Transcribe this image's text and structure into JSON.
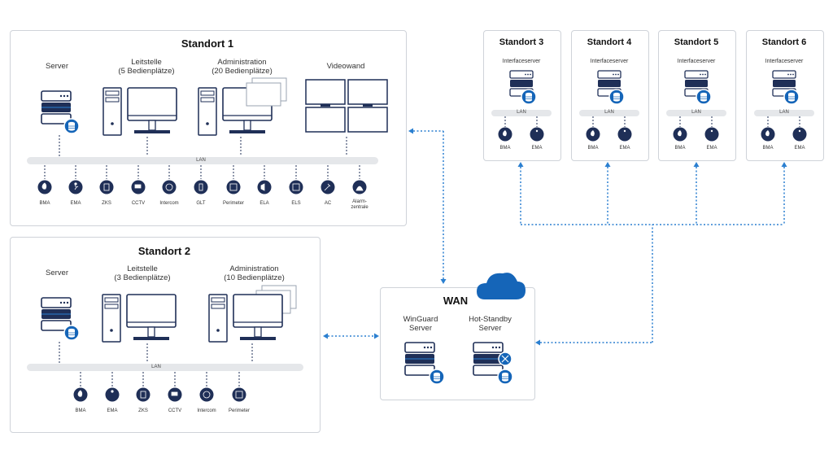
{
  "site1": {
    "title": "Standort 1",
    "server_label": "Server",
    "leitstelle_label": "Leitstelle\n(5 Bedienplätze)",
    "admin_label": "Administration\n(20 Bedienplätze)",
    "videowand_label": "Videowand",
    "lan_label": "LAN",
    "devices": [
      "BMA",
      "EMA",
      "ZKS",
      "CCTV",
      "Intercom",
      "GLT",
      "Perimeter",
      "ELA",
      "ELS",
      "AC",
      "Alarm-\nzentrale"
    ]
  },
  "site2": {
    "title": "Standort 2",
    "server_label": "Server",
    "leitstelle_label": "Leitstelle\n(3 Bedienplätze)",
    "admin_label": "Administration\n(10 Bedienplätze)",
    "lan_label": "LAN",
    "devices": [
      "BMA",
      "EMA",
      "ZKS",
      "CCTV",
      "Intercom",
      "Perimeter"
    ]
  },
  "remote_sites": [
    {
      "title": "Standort 3",
      "server_label": "Interfaceserver",
      "lan_label": "LAN",
      "devices": [
        "BMA",
        "EMA"
      ]
    },
    {
      "title": "Standort 4",
      "server_label": "Interfaceserver",
      "lan_label": "LAN",
      "devices": [
        "BMA",
        "EMA"
      ]
    },
    {
      "title": "Standort 5",
      "server_label": "Interfaceserver",
      "lan_label": "LAN",
      "devices": [
        "BMA",
        "EMA"
      ]
    },
    {
      "title": "Standort 6",
      "server_label": "Interfaceserver",
      "lan_label": "LAN",
      "devices": [
        "BMA",
        "EMA"
      ]
    }
  ],
  "wan": {
    "title": "WAN",
    "winguard_label": "WinGuard\nServer",
    "standby_label": "Hot-Standby\nServer"
  },
  "colors": {
    "navy": "#1f2f57",
    "blue": "#1565b8",
    "dot": "#2a7fd0",
    "box_border": "#cfd3d9",
    "lan": "#e5e7ea"
  }
}
